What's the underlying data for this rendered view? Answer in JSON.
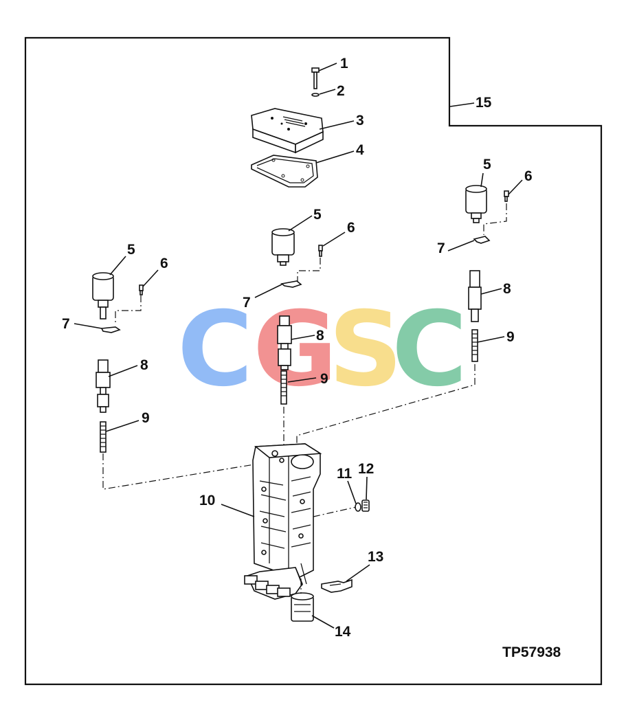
{
  "figure_code": "TP57938",
  "watermark": {
    "letters": [
      "C",
      "G",
      "S",
      "C"
    ],
    "colors": [
      "#7fb0f5",
      "#f07f7f",
      "#f7d97a",
      "#6fc39a"
    ]
  },
  "callouts": [
    "1",
    "2",
    "3",
    "4",
    "5",
    "6",
    "7",
    "8",
    "9",
    "10",
    "11",
    "12",
    "13",
    "14",
    "15"
  ]
}
